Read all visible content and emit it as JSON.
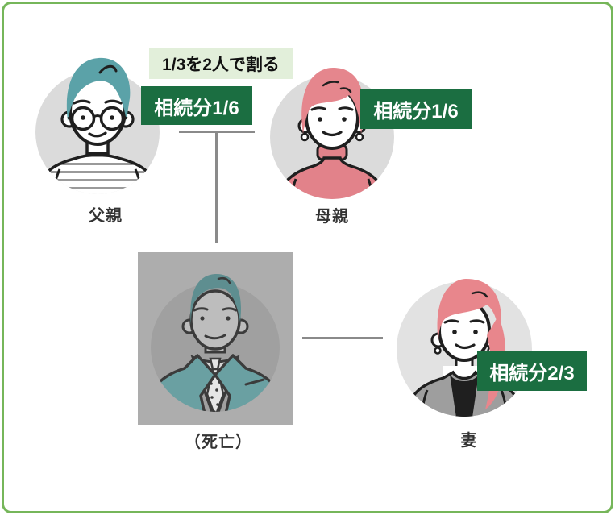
{
  "diagram": {
    "note": {
      "text": "1/3を2人で割る"
    },
    "persons": [
      {
        "id": "father",
        "label": "父親",
        "badge": "相続分1/6"
      },
      {
        "id": "mother",
        "label": "母親",
        "badge": "相続分1/6"
      },
      {
        "id": "deceased",
        "label": "（死亡）",
        "badge": ""
      },
      {
        "id": "wife",
        "label": "妻",
        "badge": "相続分2/3"
      }
    ],
    "colors": {
      "border_green": "#76b65a",
      "badge_green": "#1b6e41",
      "note_badge_bg": "#e2efda",
      "connector_gray": "#8a8a8a",
      "avatar_circle_gray": "#dbdbdb",
      "deceased_square_gray": "#adadad",
      "deceased_circle_gray": "#a0a0a0",
      "father_hair_teal": "#5ba2a8",
      "mother_pink": "#e2828a",
      "wife_hair_pink": "#e8868c",
      "wife_cardigan_gray": "#9e9e9e",
      "deceased_suit_teal": "#6aa0a2"
    }
  }
}
